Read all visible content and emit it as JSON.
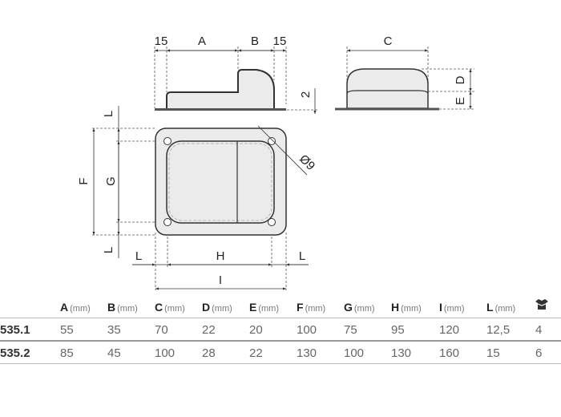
{
  "drawing": {
    "side_view": {
      "dim_left": "15",
      "dim_a": "A",
      "dim_b": "B",
      "dim_right": "15",
      "dim_thickness": "2"
    },
    "front_view": {
      "dim_c": "C",
      "dim_d": "D",
      "dim_e": "E"
    },
    "top_view": {
      "dim_f": "F",
      "dim_g": "G",
      "dim_h": "H",
      "dim_i": "I",
      "dim_l": "L",
      "hole": "Ø9"
    }
  },
  "table": {
    "headers": [
      {
        "letter": "A",
        "unit": "(mm)"
      },
      {
        "letter": "B",
        "unit": "(mm)"
      },
      {
        "letter": "C",
        "unit": "(mm)"
      },
      {
        "letter": "D",
        "unit": "(mm)"
      },
      {
        "letter": "E",
        "unit": "(mm)"
      },
      {
        "letter": "F",
        "unit": "(mm)"
      },
      {
        "letter": "G",
        "unit": "(mm)"
      },
      {
        "letter": "H",
        "unit": "(mm)"
      },
      {
        "letter": "I",
        "unit": "(mm)"
      },
      {
        "letter": "L",
        "unit": "(mm)"
      }
    ],
    "package_icon": "box-icon",
    "rows": [
      {
        "code": "535.1",
        "values": [
          "55",
          "35",
          "70",
          "22",
          "20",
          "100",
          "75",
          "95",
          "120",
          "12,5",
          "4"
        ]
      },
      {
        "code": "535.2",
        "values": [
          "85",
          "45",
          "100",
          "28",
          "22",
          "130",
          "100",
          "130",
          "160",
          "15",
          "6"
        ]
      }
    ]
  }
}
